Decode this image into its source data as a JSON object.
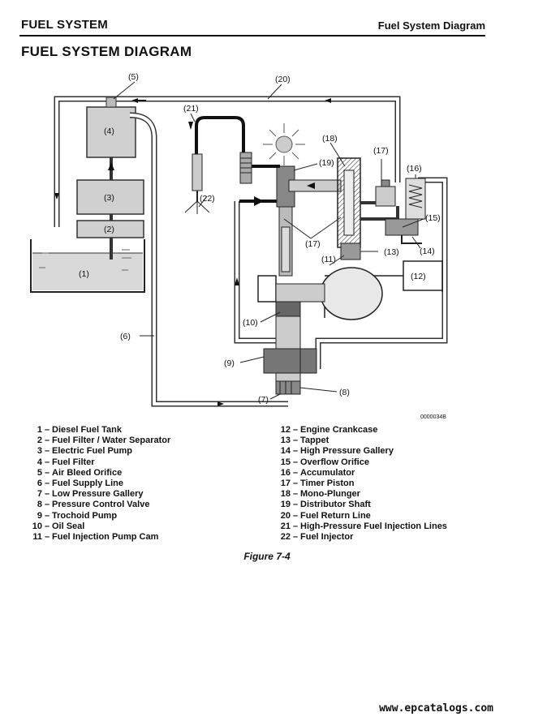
{
  "header": {
    "section": "FUEL SYSTEM",
    "topic": "Fuel System Diagram"
  },
  "title": "FUEL SYSTEM DIAGRAM",
  "diagram": {
    "callouts": {
      "c1": "(1)",
      "c2": "(2)",
      "c3": "(3)",
      "c4": "(4)",
      "c5": "(5)",
      "c6": "(6)",
      "c7": "(7)",
      "c8": "(8)",
      "c9": "(9)",
      "c10": "(10)",
      "c11": "(11)",
      "c12": "(12)",
      "c13": "(13)",
      "c14": "(14)",
      "c15": "(15)",
      "c16": "(16)",
      "c17a": "(17)",
      "c17b": "(17)",
      "c18": "(18)",
      "c19": "(19)",
      "c20": "(20)",
      "c21": "(21)",
      "c22": "(22)"
    },
    "figure_code": "0000034B"
  },
  "legend_left": [
    {
      "num": "1",
      "label": "Diesel Fuel Tank"
    },
    {
      "num": "2",
      "label": "Fuel Filter / Water Separator"
    },
    {
      "num": "3",
      "label": "Electric Fuel Pump"
    },
    {
      "num": "4",
      "label": "Fuel Filter"
    },
    {
      "num": "5",
      "label": "Air Bleed Orifice"
    },
    {
      "num": "6",
      "label": "Fuel Supply Line"
    },
    {
      "num": "7",
      "label": "Low Pressure Gallery"
    },
    {
      "num": "8",
      "label": "Pressure Control Valve"
    },
    {
      "num": "9",
      "label": "Trochoid Pump"
    },
    {
      "num": "10",
      "label": "Oil Seal"
    },
    {
      "num": "11",
      "label": "Fuel Injection Pump Cam"
    }
  ],
  "legend_right": [
    {
      "num": "12",
      "label": "Engine Crankcase"
    },
    {
      "num": "13",
      "label": "Tappet"
    },
    {
      "num": "14",
      "label": "High Pressure Gallery"
    },
    {
      "num": "15",
      "label": "Overflow Orifice"
    },
    {
      "num": "16",
      "label": "Accumulator"
    },
    {
      "num": "17",
      "label": "Timer Piston"
    },
    {
      "num": "18",
      "label": "Mono-Plunger"
    },
    {
      "num": "19",
      "label": "Distributor Shaft"
    },
    {
      "num": "20",
      "label": "Fuel Return Line"
    },
    {
      "num": "21",
      "label": "High-Pressure Fuel Injection Lines"
    },
    {
      "num": "22",
      "label": "Fuel Injector"
    }
  ],
  "legend_dash": "–",
  "caption": "Figure 7-4",
  "footer": "www.epcatalogs.com"
}
